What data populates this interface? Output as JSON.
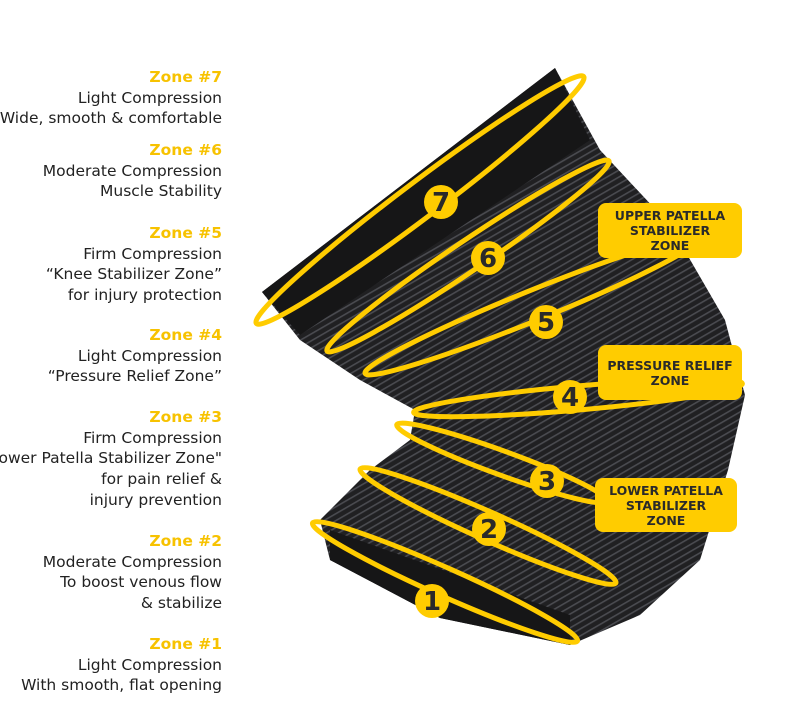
{
  "zones": [
    {
      "title": "Zone #7",
      "lines": [
        "Light Compression",
        "Wide, smooth & comfortable"
      ]
    },
    {
      "title": "Zone #6",
      "lines": [
        "Moderate Compression",
        "Muscle Stability"
      ]
    },
    {
      "title": "Zone #5",
      "lines": [
        "Firm Compression",
        "“Knee Stabilizer Zone”",
        "for injury protection"
      ]
    },
    {
      "title": "Zone #4",
      "lines": [
        "Light Compression",
        "“Pressure Relief Zone”"
      ]
    },
    {
      "title": "Zone #3",
      "lines": [
        "Firm Compression",
        "\"Lower Patella Stabilizer Zone\"",
        "for  pain relief &",
        "injury prevention"
      ]
    },
    {
      "title": "Zone #2",
      "lines": [
        "Moderate Compression",
        "To boost venous flow",
        "& stabilize"
      ]
    },
    {
      "title": "Zone #1",
      "lines": [
        "Light Compression",
        "With smooth, flat opening"
      ]
    }
  ],
  "ring_numbers": [
    "7",
    "6",
    "5",
    "4",
    "3",
    "2",
    "1"
  ],
  "callouts": [
    {
      "lines": [
        "UPPER PATELLA",
        "STABILIZER",
        "ZONE"
      ]
    },
    {
      "lines": [
        "PRESSURE RELIEF",
        "ZONE"
      ]
    },
    {
      "lines": [
        "LOWER PATELLA",
        "STABILIZER",
        "ZONE"
      ]
    }
  ],
  "colors": {
    "accent": "#FFCC00",
    "title": "#F7C200",
    "sleeve": "#1c1c1e"
  }
}
